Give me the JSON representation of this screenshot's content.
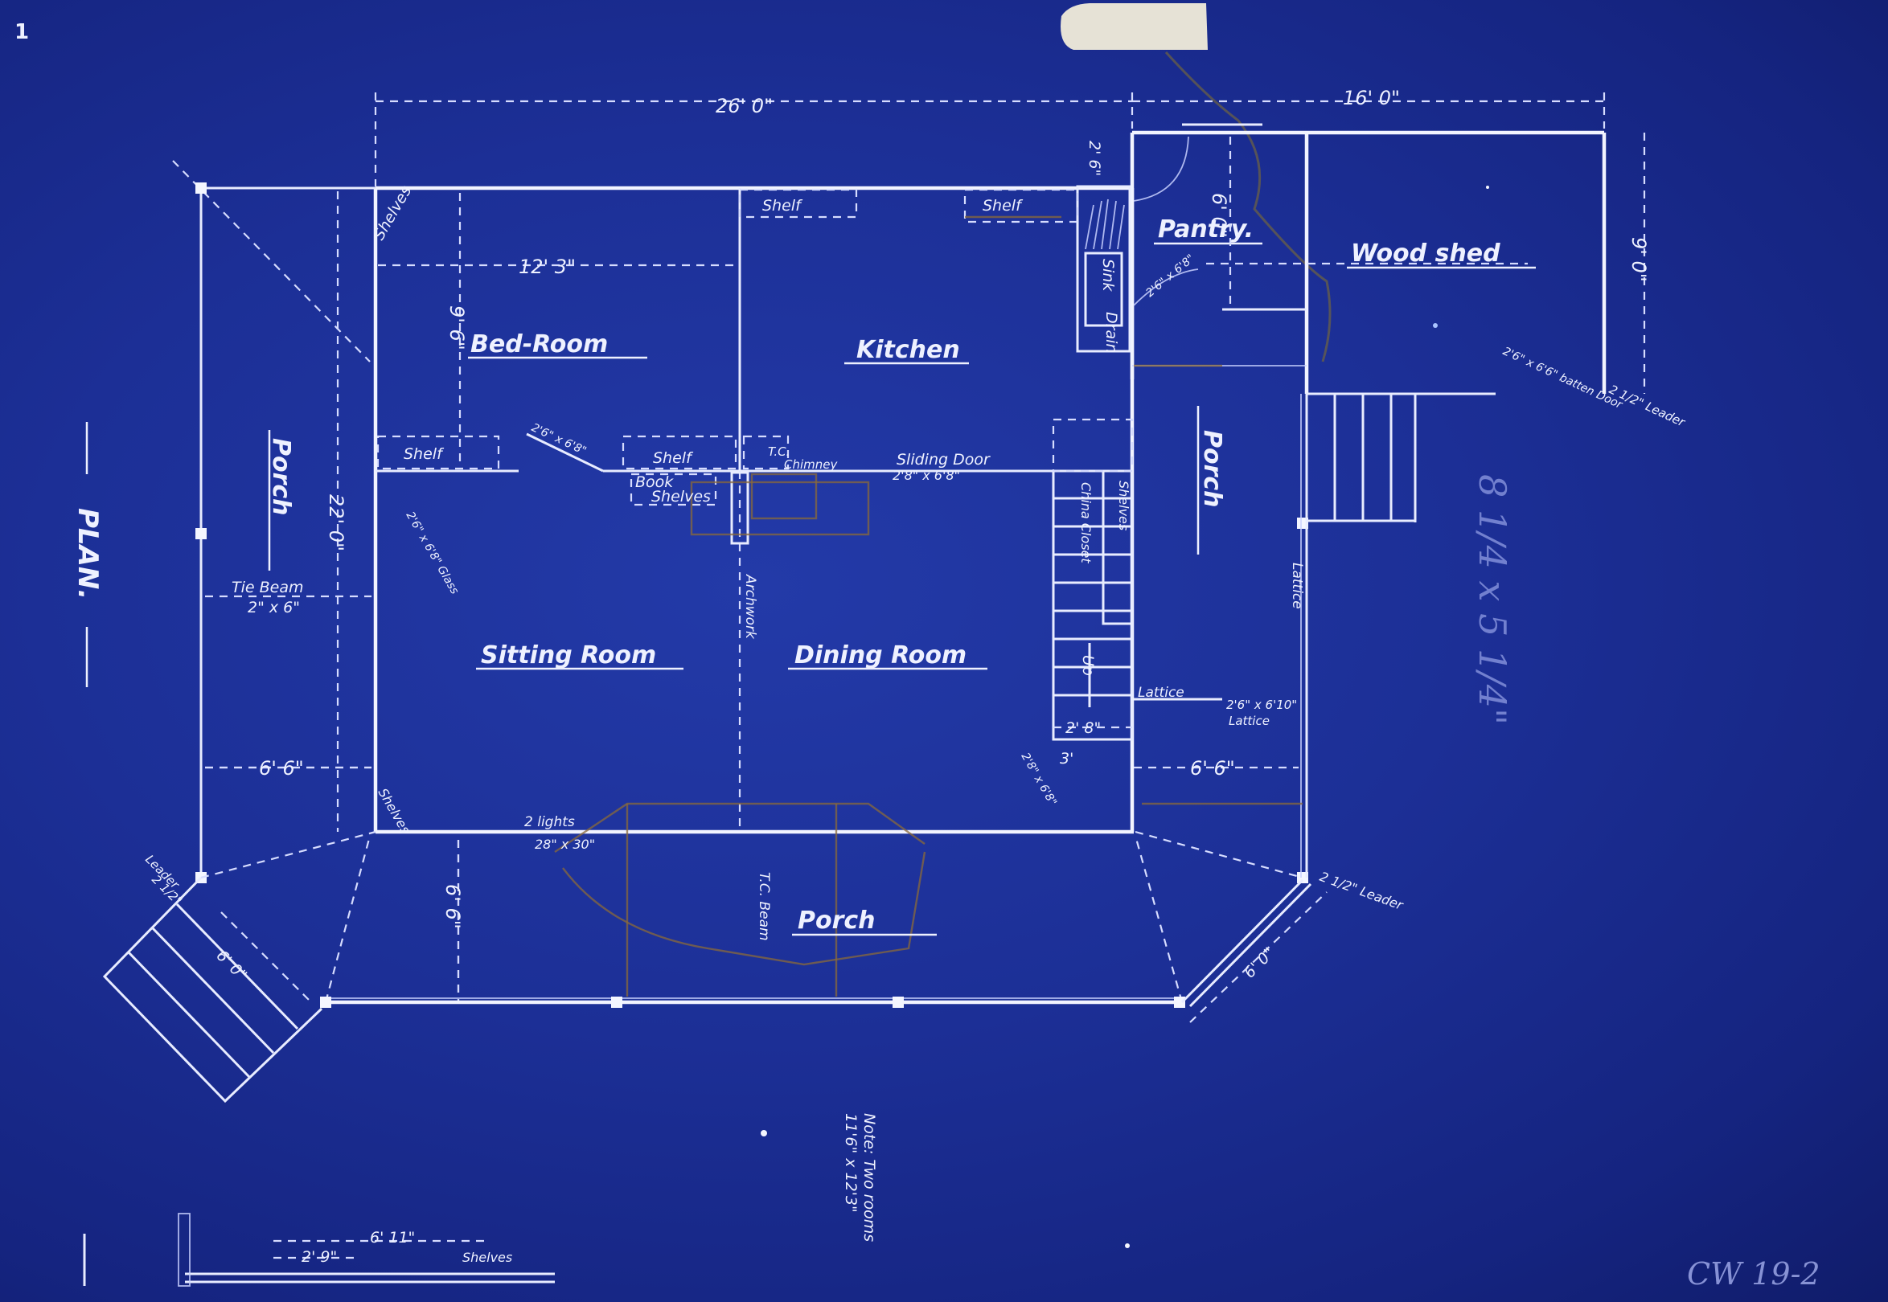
{
  "sheet_number": "1",
  "title": "PLAN.",
  "catalog_mark": "CW 19-2",
  "pencil_note": "8 1/4 x 5 1/4\"",
  "note": {
    "line1": "Note: Two rooms",
    "line2": "11'6\" x 12'3\""
  },
  "rooms": {
    "bed_room": "Bed-Room",
    "kitchen": "Kitchen",
    "pantry": "Pantry.",
    "wood_shed": "Wood shed",
    "sitting_room": "Sitting Room",
    "dining_room": "Dining Room",
    "porch_left": "Porch",
    "porch_right": "Porch",
    "porch_front": "Porch"
  },
  "labels": {
    "shelves_tl": "Shelves",
    "shelf_kitchen": "Shelf",
    "shelf_right": "Shelf",
    "shelf_bed": "Shelf",
    "shelf_mid": "Shelf",
    "book_shelves_1": "Book",
    "book_shelves_2": "Shelves",
    "chimney_1": "T.C.",
    "chimney_2": "Chimney",
    "sliding_door": "Sliding Door",
    "sliding_door_size": "2'8\" x 6'8\"",
    "sink": "Sink",
    "drain": "Drain",
    "tie_beam": "Tie Beam",
    "tie_beam_size": "2\" x 6\"",
    "lattice_1": "Lattice",
    "lattice_2": "Lattice",
    "lattice_3": "Lattice",
    "archwork": "Archwork",
    "shelves_china": "Shelves",
    "china_closet": "China Closet",
    "two_lights": "2 lights",
    "two_lights_size": "28\" x 30\"",
    "leader_left": "Leader",
    "leader_left_size": "2 1/2\"",
    "leader_right": "2 1/2\" Leader",
    "leader_top": "2 1/2\" Leader",
    "batten_door": "2'6\" x 6'6\" batten Door",
    "tie_beam_front": "T.C. Beam",
    "shelves_bottom": "Shelves",
    "door_kitchen": "2'6\" x 6'8\"",
    "door_pantry": "2'6\" x 6'8\"",
    "door_front": "2'8\" x 6'8\"",
    "door_side": "2'6\" x 6'10\"",
    "glass_left": "2'6\" x 6'8\" Glass",
    "up": "Up"
  },
  "dimensions": {
    "overall_left": "26' 0\"",
    "overall_right": "16' 0\"",
    "bed_width": "12' 3\"",
    "bed_depth": "9' 6\"",
    "porch_depth_left": "22' 0\"",
    "porch_width_left": "6' 6\"",
    "porch_width_right": "6' 6\"",
    "pantry_depth": "6' 0\"",
    "shed_depth": "9' 0\"",
    "top_step": "2' 6\"",
    "stair_width": "2' 8\"",
    "front_porch_depth": "6' 6\"",
    "steps_left": "6' 0\"",
    "steps_right": "6' 0\"",
    "bottom_dim_1": "6' 11\"",
    "bottom_dim_2": "2' 9\"",
    "stair_3": "3'"
  },
  "bottom_label": "Shelves"
}
